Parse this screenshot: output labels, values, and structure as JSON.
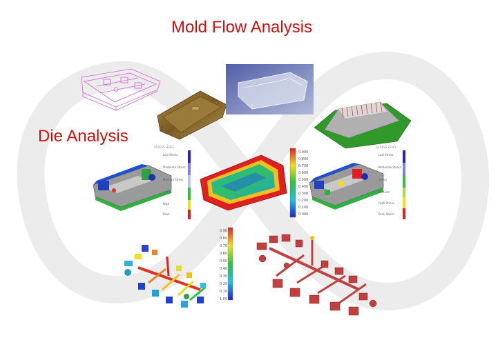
{
  "titles": {
    "main": "Mold Flow Analysis",
    "sub": "Die Analysis"
  },
  "colors": {
    "title": "#d01010",
    "watermark": "#ececec",
    "part_brown": "#8a6a2c",
    "part_green": "#2f9a2a",
    "wire_magenta": "#d060d0",
    "flow_red": "#c04040"
  },
  "icons": {
    "background": "infinity-watermark-icon"
  },
  "legends": {
    "left": [
      "Low Stress",
      "Moderate Stress",
      "Medium Stress",
      "Stress",
      "High",
      "Peak"
    ],
    "right": [
      "Low Stress",
      "Moderate Stress",
      "Stress",
      "Medium",
      "High Stress",
      "Peak Stress"
    ],
    "center_ticks": [
      "0.900",
      "0.800",
      "0.700",
      "0.600",
      "0.500",
      "0.400",
      "0.300",
      "0.200",
      "0.100",
      "0.000"
    ],
    "bottom_ticks": [
      "0.90",
      "0.80",
      "0.70",
      "0.60",
      "0.50",
      "0.40",
      "0.30",
      "0.20",
      "0.10",
      "1.00"
    ]
  }
}
